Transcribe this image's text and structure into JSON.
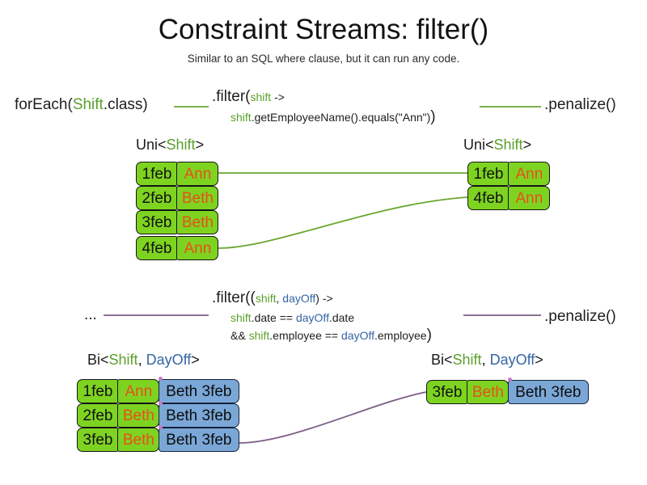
{
  "slide": {
    "title": "Constraint Streams: filter()",
    "subtitle": "Similar to an SQL where clause, but it can run any code."
  },
  "colors": {
    "shift_green": "#5aa02c",
    "dayoff_blue": "#3465a4",
    "pill_green": "#7ed321",
    "pill_blue": "#7ba7d7",
    "name_orange": "#e8501a",
    "wire_green": "#6aa62e",
    "wire_purple": "#7b5d86",
    "text_dark": "#1e1e1e"
  },
  "row1": {
    "source_label": {
      "prefix": "forEach(",
      "type": "Shift",
      "suffix": ".class)"
    },
    "filter": {
      "line1": {
        "call": ".filter(",
        "param": "shift",
        "arrow": " ->"
      },
      "line2": {
        "param": "shift",
        "body": ".getEmployeeName().equals(\"Ann\")",
        "close": ")"
      }
    },
    "terminal_label": ".penalize()",
    "input_stream": {
      "label": {
        "prefix": "Uni<",
        "type": "Shift",
        "suffix": ">"
      },
      "rows": [
        {
          "date": "1feb",
          "name": "Ann"
        },
        {
          "date": "2feb",
          "name": "Beth"
        },
        {
          "date": "3feb",
          "name": "Beth"
        },
        {
          "date": "4feb",
          "name": "Ann"
        }
      ]
    },
    "output_stream": {
      "label": {
        "prefix": "Uni<",
        "type": "Shift",
        "suffix": ">"
      },
      "rows": [
        {
          "date": "1feb",
          "name": "Ann"
        },
        {
          "date": "4feb",
          "name": "Ann"
        }
      ]
    }
  },
  "row2": {
    "source_label": "...",
    "filter": {
      "line1": {
        "call": ".filter((",
        "param1": "shift",
        "sep": ", ",
        "param2": "dayOff",
        "arrow": ") ->"
      },
      "line2": {
        "param1": "shift",
        "mid": ".date == ",
        "param2": "dayOff",
        "tail": ".date"
      },
      "line3": {
        "pre": "&& ",
        "param1": "shift",
        "mid": ".employee == ",
        "param2": "dayOff",
        "tail": ".employee",
        "close": ")"
      }
    },
    "terminal_label": ".penalize()",
    "input_stream": {
      "label": {
        "prefix": "Bi<",
        "type1": "Shift",
        "sep": ", ",
        "type2": "DayOff",
        "suffix": ">"
      },
      "rows": [
        {
          "date": "1feb",
          "name": "Ann",
          "dayoff": "Beth 3feb"
        },
        {
          "date": "2feb",
          "name": "Beth",
          "dayoff": "Beth 3feb"
        },
        {
          "date": "3feb",
          "name": "Beth",
          "dayoff": "Beth 3feb"
        }
      ]
    },
    "output_stream": {
      "label": {
        "prefix": "Bi<",
        "type1": "Shift",
        "sep": ", ",
        "type2": "DayOff",
        "suffix": ">"
      },
      "rows": [
        {
          "date": "3feb",
          "name": "Beth",
          "dayoff": "Beth 3feb"
        }
      ]
    }
  }
}
